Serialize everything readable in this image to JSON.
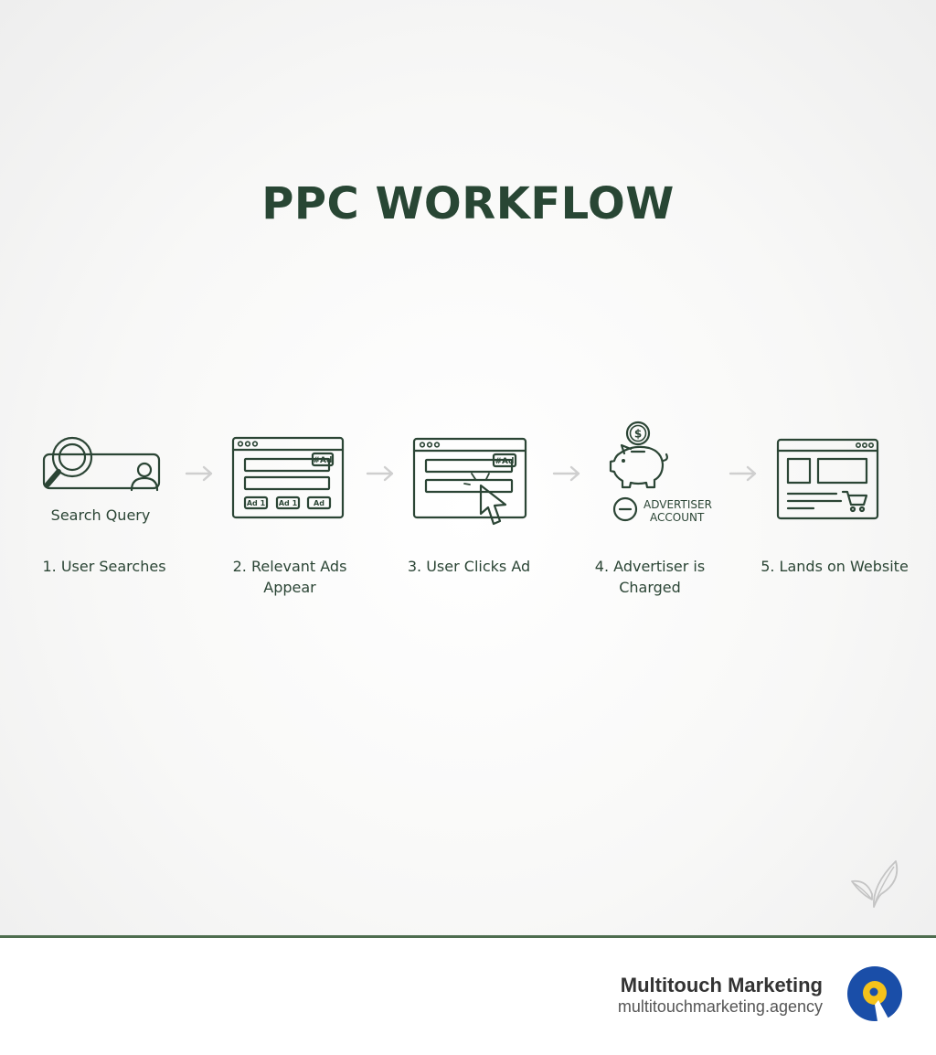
{
  "title": "PPC WORKFLOW",
  "icon_texts": {
    "search_query": "Search Query",
    "ad_tag": "#Ad",
    "ad_chip_1": "Ad 1",
    "ad_chip_2": "Ad 1",
    "ad_chip_3": "Ad",
    "dollar": "$",
    "advertiser_account_line1": "ADVERTISER",
    "advertiser_account_line2": "ACCOUNT"
  },
  "steps": [
    {
      "label": "1. User Searches",
      "icon": "magnifier-search-bar-user-icon"
    },
    {
      "label": "2. Relevant Ads Appear",
      "icon": "browser-ads-icon"
    },
    {
      "label": "3. User Clicks Ad",
      "icon": "browser-cursor-click-icon"
    },
    {
      "label": "4. Advertiser is Charged",
      "icon": "piggy-bank-coin-icon"
    },
    {
      "label": "5. Lands on Website",
      "icon": "website-cart-icon"
    }
  ],
  "footer": {
    "brand": "Multitouch Marketing",
    "url": "multitouchmarketing.agency"
  },
  "colors": {
    "primary_green": "#2b4535",
    "footer_rule": "#4e6d4f",
    "arrow": "#cfcfcf",
    "logo_blue": "#1a4ea8",
    "logo_yellow": "#f5c21b"
  }
}
